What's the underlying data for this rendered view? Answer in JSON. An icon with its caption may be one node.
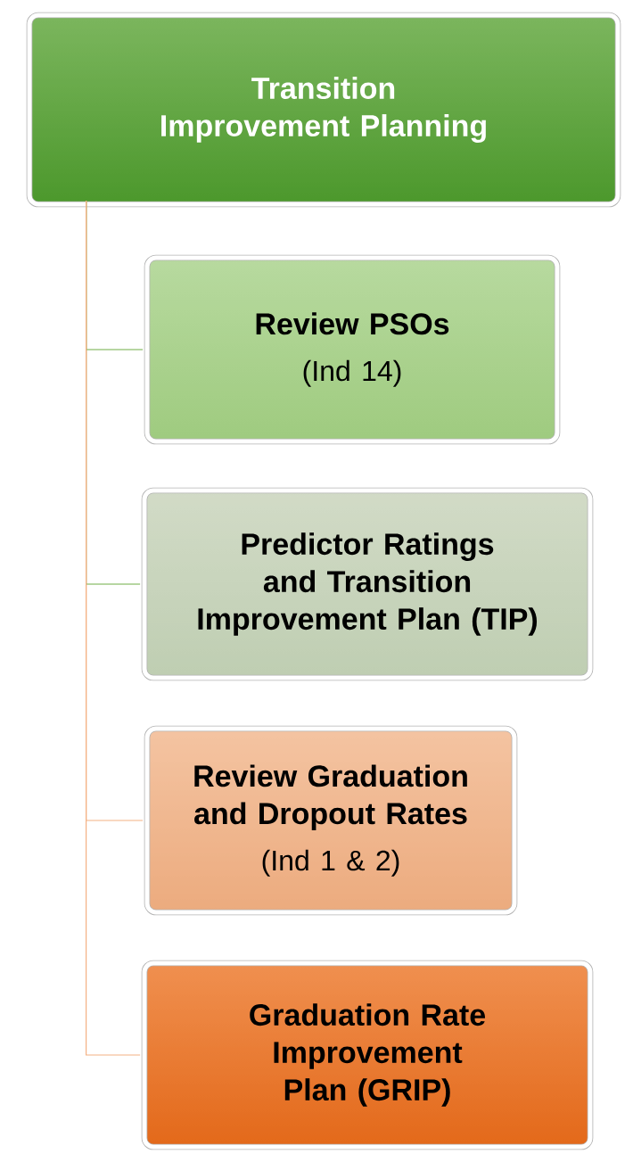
{
  "diagram": {
    "nodes": [
      {
        "text": [
          "Transition Improvement Planning"
        ]
      },
      {
        "text": [
          "Review PSOs",
          "(Ind 14)"
        ]
      },
      {
        "text": [
          "Predictor Ratings and Transition Improvement Plan (TIP)"
        ]
      },
      {
        "text": [
          "Review Graduation and Dropout Rates",
          "(Ind 1 & 2)"
        ]
      },
      {
        "text": [
          "Graduation Rate Improvement Plan (GRIP)"
        ]
      }
    ],
    "edges": [
      {
        "from": 0,
        "to": 1,
        "arrow": "none"
      },
      {
        "from": 0,
        "to": 2,
        "arrow": "none"
      },
      {
        "from": 0,
        "to": 3,
        "arrow": "none",
        "color": "#f4b183"
      },
      {
        "from": 0,
        "to": 4,
        "arrow": "none",
        "color": "#f4b183"
      }
    ]
  }
}
